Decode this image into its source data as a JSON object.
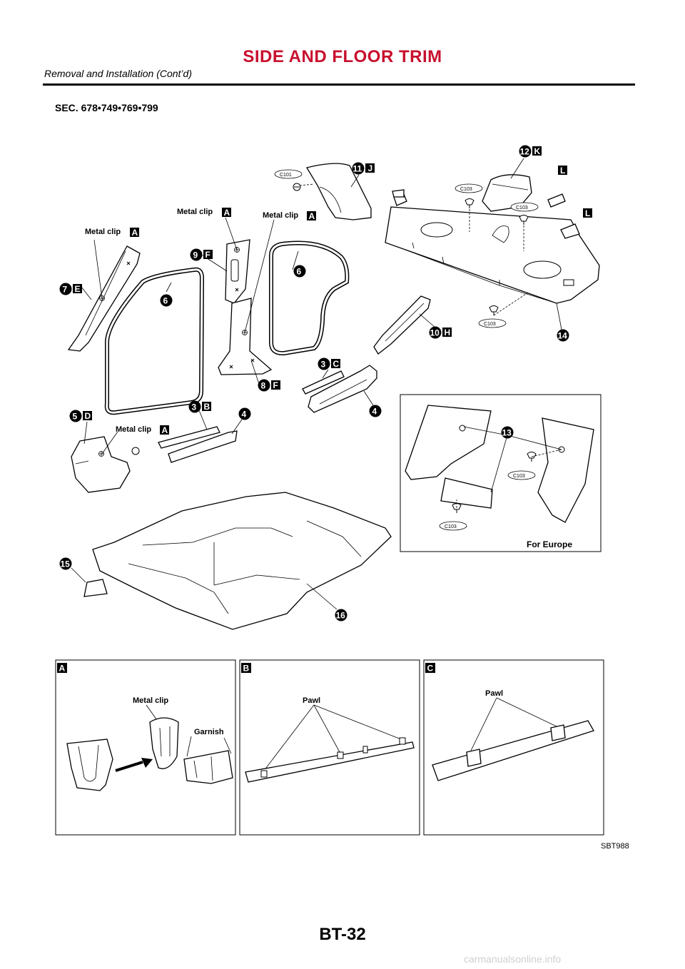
{
  "header": {
    "title": "SIDE AND FLOOR TRIM",
    "subtitle": "Removal and Installation (Cont’d)"
  },
  "section_code": "SEC. 678•749•769•799",
  "callouts": {
    "metal_clip": "Metal clip",
    "for_europe": "For Europe",
    "c101": "C101",
    "c103": "C103"
  },
  "detail_panels": [
    {
      "letter": "A",
      "labels": [
        "Metal clip",
        "Garnish"
      ]
    },
    {
      "letter": "B",
      "labels": [
        "Pawl"
      ]
    },
    {
      "letter": "C",
      "labels": [
        "Pawl"
      ]
    }
  ],
  "figure_code": "SBT988",
  "page_number": "BT-32",
  "watermark": "carmanualsonline.info"
}
